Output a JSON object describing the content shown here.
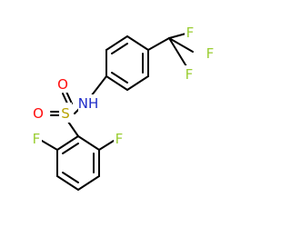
{
  "molecule": {
    "atoms": [
      {
        "symbol": "F",
        "color": "#9acd32"
      },
      {
        "symbol": "F",
        "color": "#9acd32"
      },
      {
        "symbol": "F",
        "color": "#9acd32"
      },
      {
        "symbol": "NH",
        "color": "#1e2bc8"
      },
      {
        "symbol": "S",
        "color": "#b8a200"
      },
      {
        "symbol": "O",
        "color": "#ff0d0d"
      },
      {
        "symbol": "O",
        "color": "#ff0d0d"
      },
      {
        "symbol": "F",
        "color": "#9acd32"
      },
      {
        "symbol": "F",
        "color": "#9acd32"
      }
    ],
    "bond_color": "#000000"
  }
}
